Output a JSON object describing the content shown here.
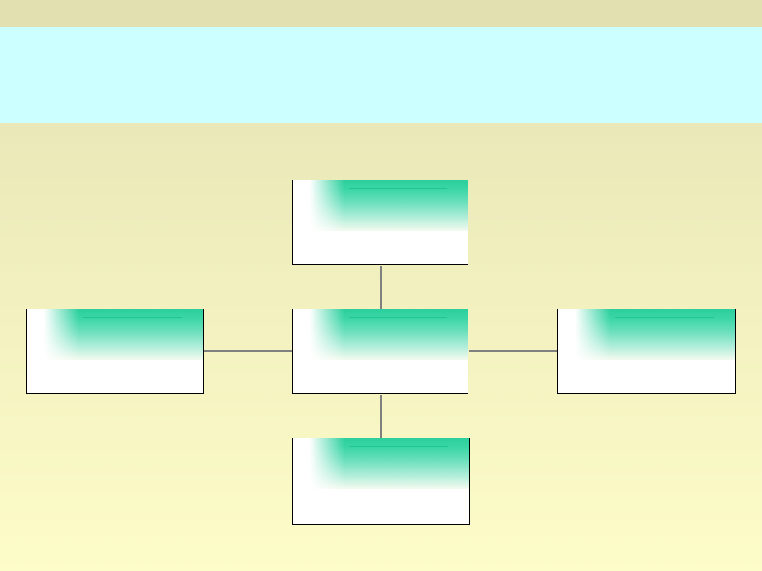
{
  "colors": {
    "header_bar": "#e2e0b0",
    "title_band": "#ccffff",
    "background_top": "#eae8b8",
    "background_bottom": "#fdfdc9",
    "node_fill": "#ffffff",
    "node_accent": "#2ccf9c",
    "connector": "#808080"
  },
  "diagram": {
    "type": "hub-and-spoke",
    "nodes": [
      {
        "id": "top"
      },
      {
        "id": "center"
      },
      {
        "id": "left"
      },
      {
        "id": "right"
      },
      {
        "id": "bottom"
      }
    ],
    "edges": [
      [
        "center",
        "top"
      ],
      [
        "center",
        "left"
      ],
      [
        "center",
        "right"
      ],
      [
        "center",
        "bottom"
      ]
    ]
  }
}
